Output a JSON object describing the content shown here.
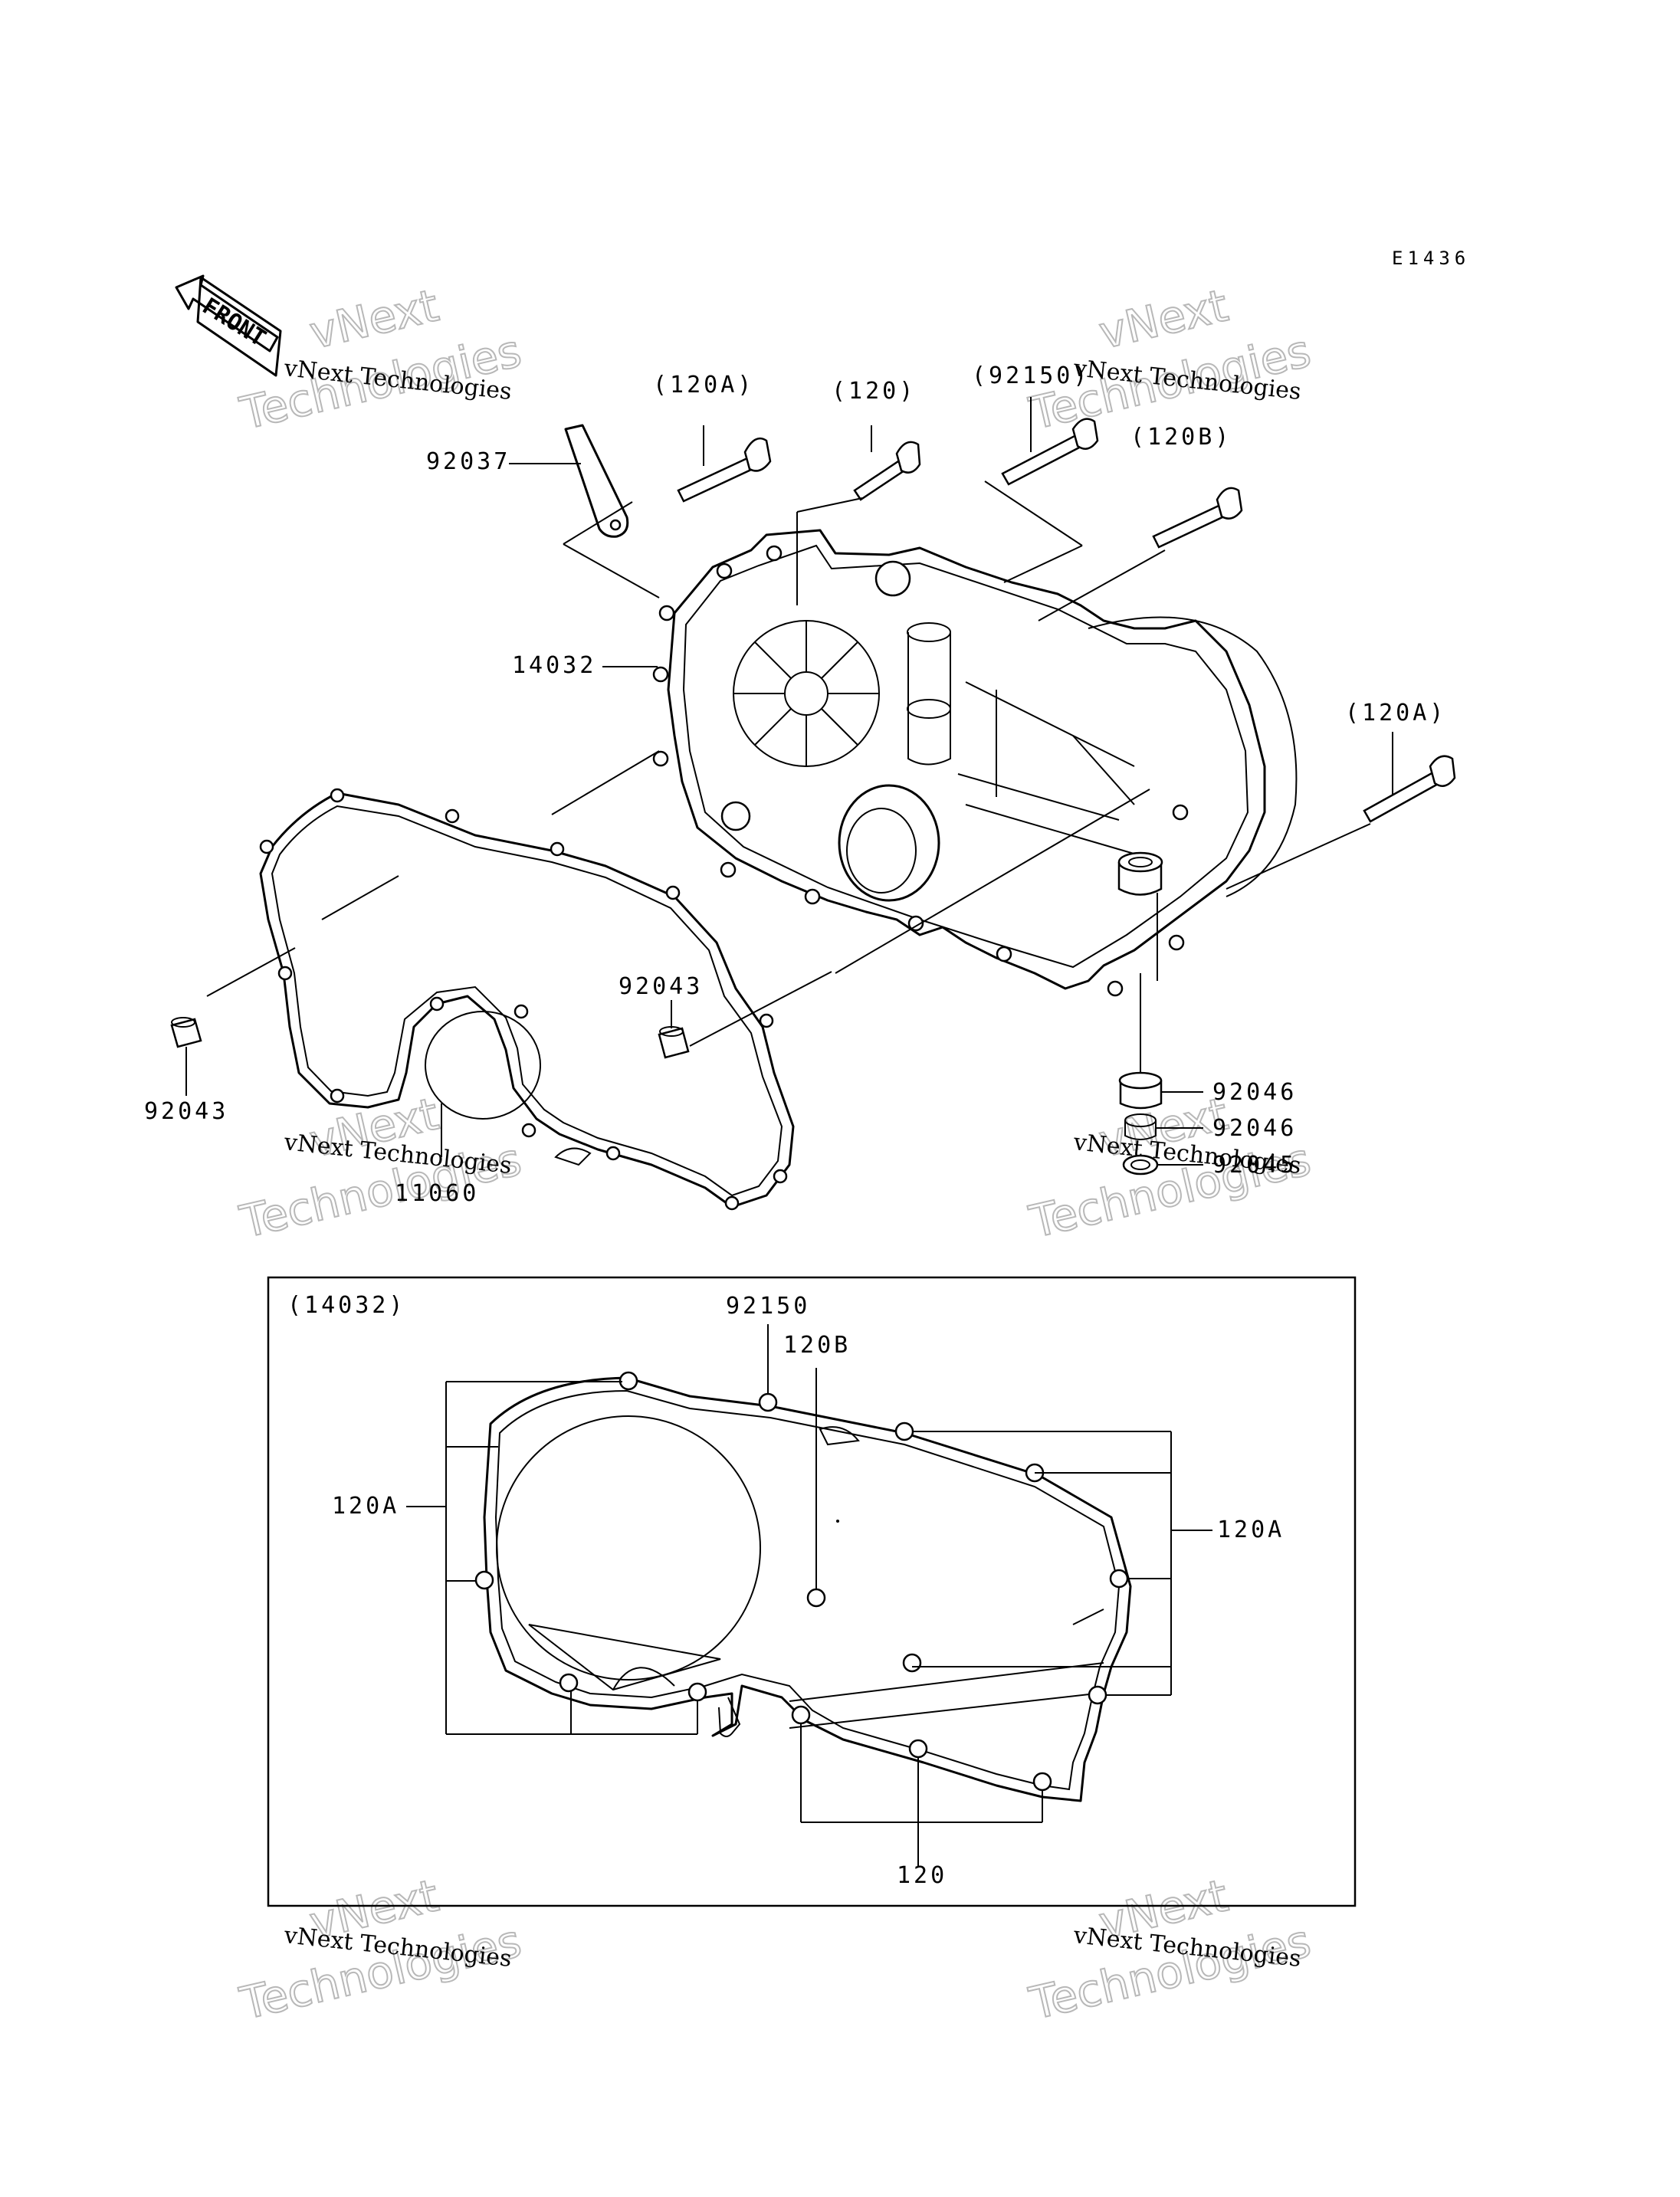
{
  "diagram": {
    "code": "E1436",
    "front_label": "FRONT",
    "watermark": {
      "line1": "vNext Technologies",
      "line2": "vNext",
      "line3": "Technologies"
    },
    "parts": {
      "p120A_top": "(120A)",
      "p120_top": "(120)",
      "p92150_top": "(92150)",
      "p120B_top": "(120B)",
      "p92037": "92037",
      "p14032": "14032",
      "p120A_right": "(120A)",
      "p92043_mid": "92043",
      "p92043_left": "92043",
      "p11060": "11060",
      "p92046_a": "92046",
      "p92046_b": "92046",
      "p92045": "92045"
    },
    "inset": {
      "title": "(14032)",
      "l92150": "92150",
      "l120B": "120B",
      "l120A_left": "120A",
      "l120A_right": "120A",
      "l120": "120"
    }
  }
}
